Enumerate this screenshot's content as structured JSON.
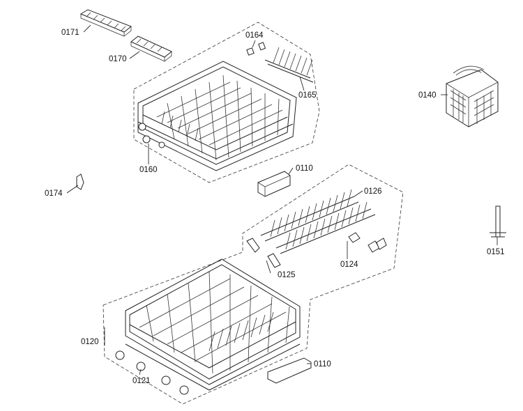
{
  "labels": {
    "p0171": "0171",
    "p0170": "0170",
    "p0164": "0164",
    "p0165": "0165",
    "p0160": "0160",
    "p0140": "0140",
    "p0110_top": "0110",
    "p0126": "0126",
    "p0174": "0174",
    "p0124": "0124",
    "p0125": "0125",
    "p0151": "0151",
    "p0120": "0120",
    "p0121": "0121",
    "p0110_bottom": "0110"
  }
}
